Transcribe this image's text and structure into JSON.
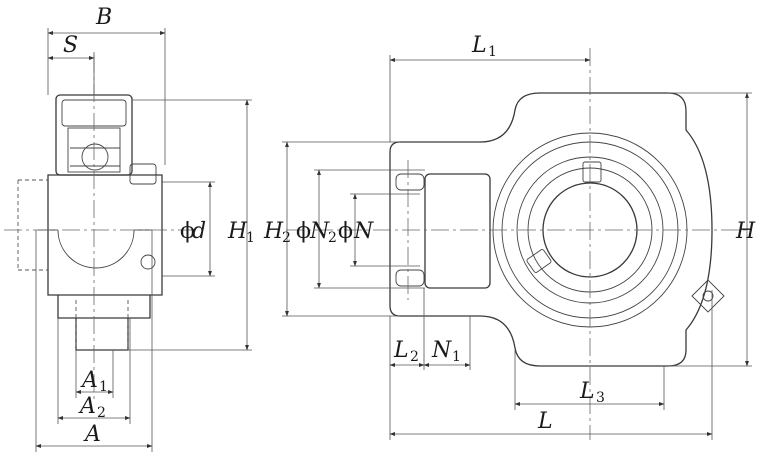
{
  "labels": {
    "B": "B",
    "S": "S",
    "d": "d",
    "phi": "ϕ",
    "H1": "H",
    "H1_sub": "1",
    "H2": "H",
    "H2_sub": "2",
    "N2": "N",
    "N2_sub": "2",
    "N": "N",
    "H": "H",
    "L1": "L",
    "L1_sub": "1",
    "L2": "L",
    "L2_sub": "2",
    "N1": "N",
    "N1_sub": "1",
    "L3": "L",
    "L3_sub": "3",
    "L": "L",
    "A1": "A",
    "A1_sub": "1",
    "A2": "A",
    "A2_sub": "2",
    "A": "A"
  }
}
